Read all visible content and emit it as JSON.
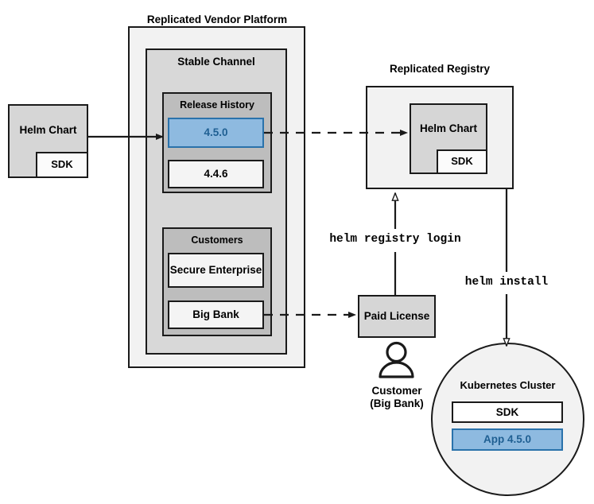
{
  "diagram": {
    "title_vendor_platform": "Replicated Vendor Platform",
    "title_registry": "Replicated Registry"
  },
  "source_chart": {
    "label": "Helm Chart",
    "sdk_label": "SDK"
  },
  "vendor_platform": {
    "stable_channel": {
      "label": "Stable Channel",
      "release_history": {
        "label": "Release History",
        "releases": [
          {
            "version": "4.5.0",
            "highlighted": true
          },
          {
            "version": "4.4.6",
            "highlighted": false
          }
        ]
      },
      "customers": {
        "label": "Customers",
        "items": [
          {
            "name": "Secure\nEnterprise"
          },
          {
            "name": "Big Bank"
          }
        ]
      }
    }
  },
  "registry": {
    "helm_chart_label": "Helm Chart",
    "sdk_label": "SDK"
  },
  "license": {
    "label": "Paid\nLicense"
  },
  "customer_actor": {
    "label": "Customer\n(Big Bank)"
  },
  "commands": {
    "registry_login": "helm registry login",
    "install": "helm install"
  },
  "cluster": {
    "label": "Kubernetes Cluster",
    "components": [
      {
        "name": "SDK",
        "highlighted": false
      },
      {
        "name": "App 4.5.0",
        "highlighted": true
      }
    ]
  },
  "colors": {
    "outer_container": "#f2f2f2",
    "mid_container": "#d8d8d8",
    "inner_container": "#bdbdbd",
    "plain_box": "#f4f4f4",
    "chart_fill": "#d6d6d6",
    "highlight_fill": "#8ebae0",
    "highlight_border": "#2a72ab",
    "highlight_text": "#1f5f92",
    "stroke": "#1a1a1a"
  }
}
